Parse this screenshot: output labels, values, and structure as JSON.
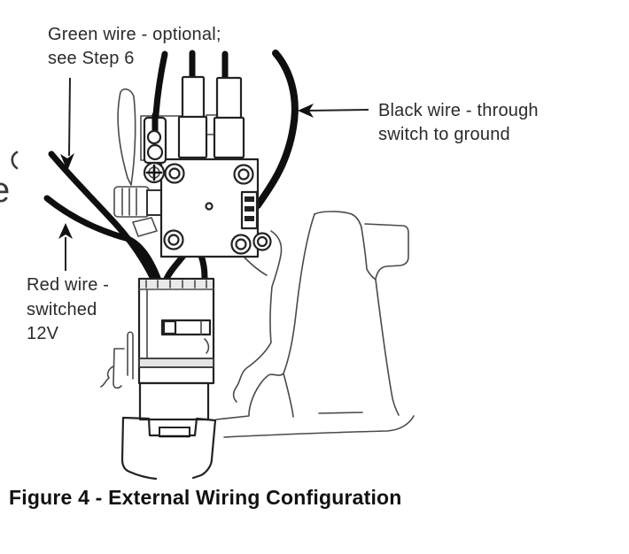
{
  "figure": {
    "caption": "Figure 4 - External Wiring Configuration",
    "cropped_text_fragment": "e",
    "labels": {
      "green_wire": {
        "line1": "Green wire - optional;",
        "line2": "see Step 6"
      },
      "black_wire": {
        "line1": "Black wire - through",
        "line2": "switch to ground"
      },
      "red_wire": {
        "line1": "Red wire -",
        "line2": "switched",
        "line3": "12V"
      }
    },
    "colors": {
      "background": "#ffffff",
      "ink": "#0f0f0f",
      "thin_line": "#4a4a4a",
      "text": "#2b2b2b"
    }
  }
}
